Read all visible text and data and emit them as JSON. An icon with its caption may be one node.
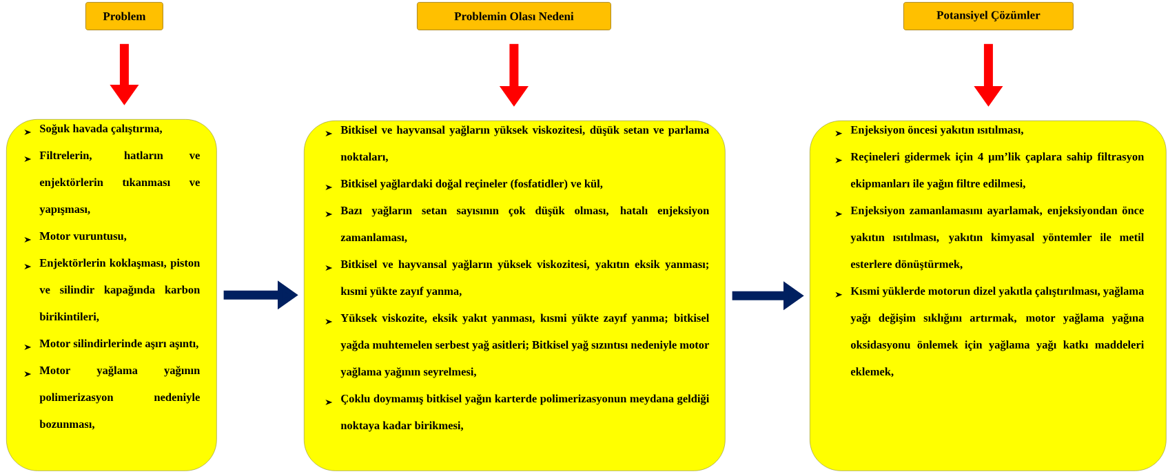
{
  "diagram": {
    "nodes": [
      {
        "text": [
          "Problem"
        ]
      },
      {
        "text": [
          "Problemin Olası Nedeni"
        ]
      },
      {
        "text": [
          "Potansiyel Çözümler"
        ]
      },
      {
        "text": [
          "Soğuk havada çalıştırma,",
          "Filtrelerin, hatların ve enjektörlerin tıkanması ve yapışması,",
          "Motor vuruntusu,",
          "Enjektörlerin koklaşması, piston ve silindir kapağında karbon birikintileri,",
          "Motor silindirlerinde aşırı aşıntı,",
          "Motor yağlama yağının polimerizasyon nedeniyle bozunması,"
        ]
      },
      {
        "text": [
          "Bitkisel ve hayvansal yağların yüksek viskozitesi, düşük setan ve parlama noktaları,",
          "Bitkisel yağlardaki doğal reçineler (fosfatidler) ve kül,",
          "Bazı yağların setan sayısının çok düşük olması, hatalı enjeksiyon zamanlaması,",
          "Bitkisel ve hayvansal yağların yüksek viskozitesi, yakıtın eksik yanması; kısmi yükte zayıf yanma,",
          "Yüksek viskozite, eksik yakıt yanması, kısmi yükte zayıf yanma; bitkisel yağda muhtemelen serbest yağ asitleri; Bitkisel yağ sızıntısı nedeniyle motor yağlama yağının seyrelmesi,",
          "Çoklu doymamış bitkisel yağın karterde polimerizasyonun meydana geldiği noktaya kadar birikmesi,"
        ]
      },
      {
        "text": [
          "Enjeksiyon öncesi yakıtın ısıtılması,",
          "Reçineleri gidermek için 4 µm’lik çaplara sahip filtrasyon ekipmanları ile yağın filtre edilmesi,",
          "Enjeksiyon zamanlamasını ayarlamak, enjeksiyondan önce yakıtın ısıtılması, yakıtın kimyasal yöntemler ile metil esterlere dönüştürmek,",
          "Kısmi yüklerde motorun dizel yakıtla çalıştırılması, yağlama yağı değişim sıklığını artırmak, motor yağlama yağına oksidasyonu önlemek için yağlama yağı katkı maddeleri eklemek,"
        ]
      }
    ],
    "edges": [
      {
        "from": 0,
        "to": 3,
        "arrow": "to"
      },
      {
        "from": 1,
        "to": 4,
        "arrow": "to"
      },
      {
        "from": 2,
        "to": 5,
        "arrow": "to"
      },
      {
        "from": 3,
        "to": 4,
        "arrow": "to",
        "color": "#002060"
      },
      {
        "from": 4,
        "to": 5,
        "arrow": "to",
        "color": "#002060"
      }
    ]
  }
}
